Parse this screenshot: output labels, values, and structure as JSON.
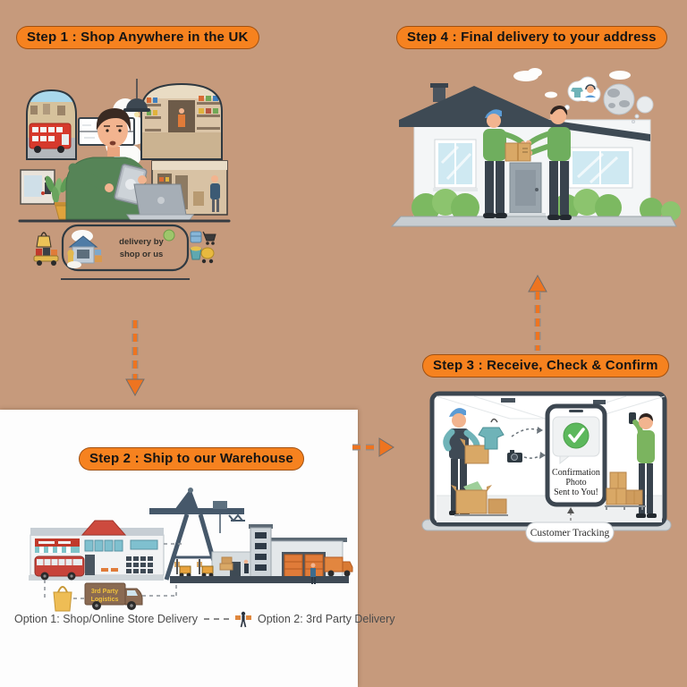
{
  "page": {
    "background": "#c69a7c",
    "accent_orange": "#f6821f",
    "arrow_orange": "#ee7420",
    "label_text_color": "#141414"
  },
  "step1": {
    "label": "Step 1 : Shop Anywhere in the UK",
    "note_line1": "delivery by",
    "note_line2": "shop or us"
  },
  "step2": {
    "label": "Step 2 : Ship to our Warehouse",
    "van_line1": "3rd Party",
    "van_line2": "Logistics",
    "option1": "Option 1: Shop/Online Store Delivery",
    "option2": "Option 2: 3rd Party Delivery"
  },
  "step3": {
    "label": "Step 3 : Receive, Check & Confirm",
    "phone_line1": "Confirmation",
    "phone_line2": "Photo",
    "phone_line3": "Sent to You!",
    "tracking": "Customer Tracking"
  },
  "step4": {
    "label": "Step 4 : Final delivery to your address"
  }
}
